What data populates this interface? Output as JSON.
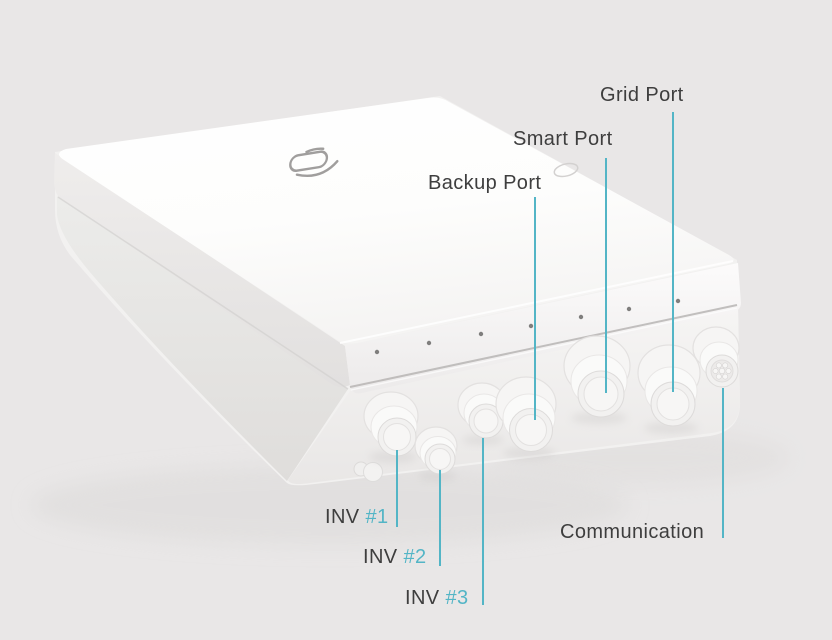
{
  "colors": {
    "background": "#e9e7e7",
    "accent": "#53b5c6",
    "label_text": "#3e3e3e",
    "device_body": "#ffffff"
  },
  "icons": {
    "logo": "brand-logo-icon"
  },
  "ports": {
    "grid": {
      "label": "Grid Port"
    },
    "smart": {
      "label": "Smart Port"
    },
    "backup": {
      "label": "Backup Port"
    },
    "communication": {
      "label": "Communication"
    },
    "inv1": {
      "prefix": "INV",
      "number": "#1"
    },
    "inv2": {
      "prefix": "INV",
      "number": "#2"
    },
    "inv3": {
      "prefix": "INV",
      "number": "#3"
    }
  }
}
